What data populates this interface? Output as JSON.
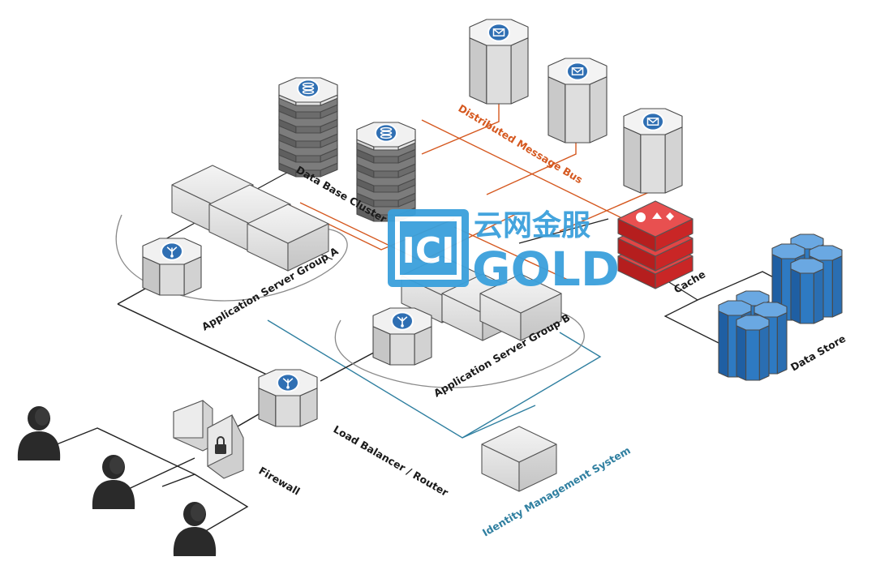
{
  "labels": {
    "database_cluster": "Data Base Cluster",
    "message_bus": "Distributed Message Bus",
    "app_group_a": "Application Server Group A",
    "app_group_b": "Application Server Group B",
    "cache": "Cache",
    "data_store": "Data Store",
    "load_balancer": "Load Balancer / Router",
    "firewall": "Firewall",
    "identity": "Identity Management System"
  },
  "watermark": {
    "chinese": "云网金服",
    "english": "GOLD",
    "logo_letters": "ICI"
  },
  "colors": {
    "message_bus_line": "#d5581f",
    "identity_line": "#2f7fa0",
    "cache": "#d62a2a",
    "data_store": "#2e7ac2",
    "watermark": "#3aa0dc"
  },
  "icons": {
    "router": "router-arrows-icon",
    "database": "database-disk-icon",
    "message": "envelope-icon",
    "firewall": "padlock-icon",
    "user": "user-silhouette-icon"
  }
}
